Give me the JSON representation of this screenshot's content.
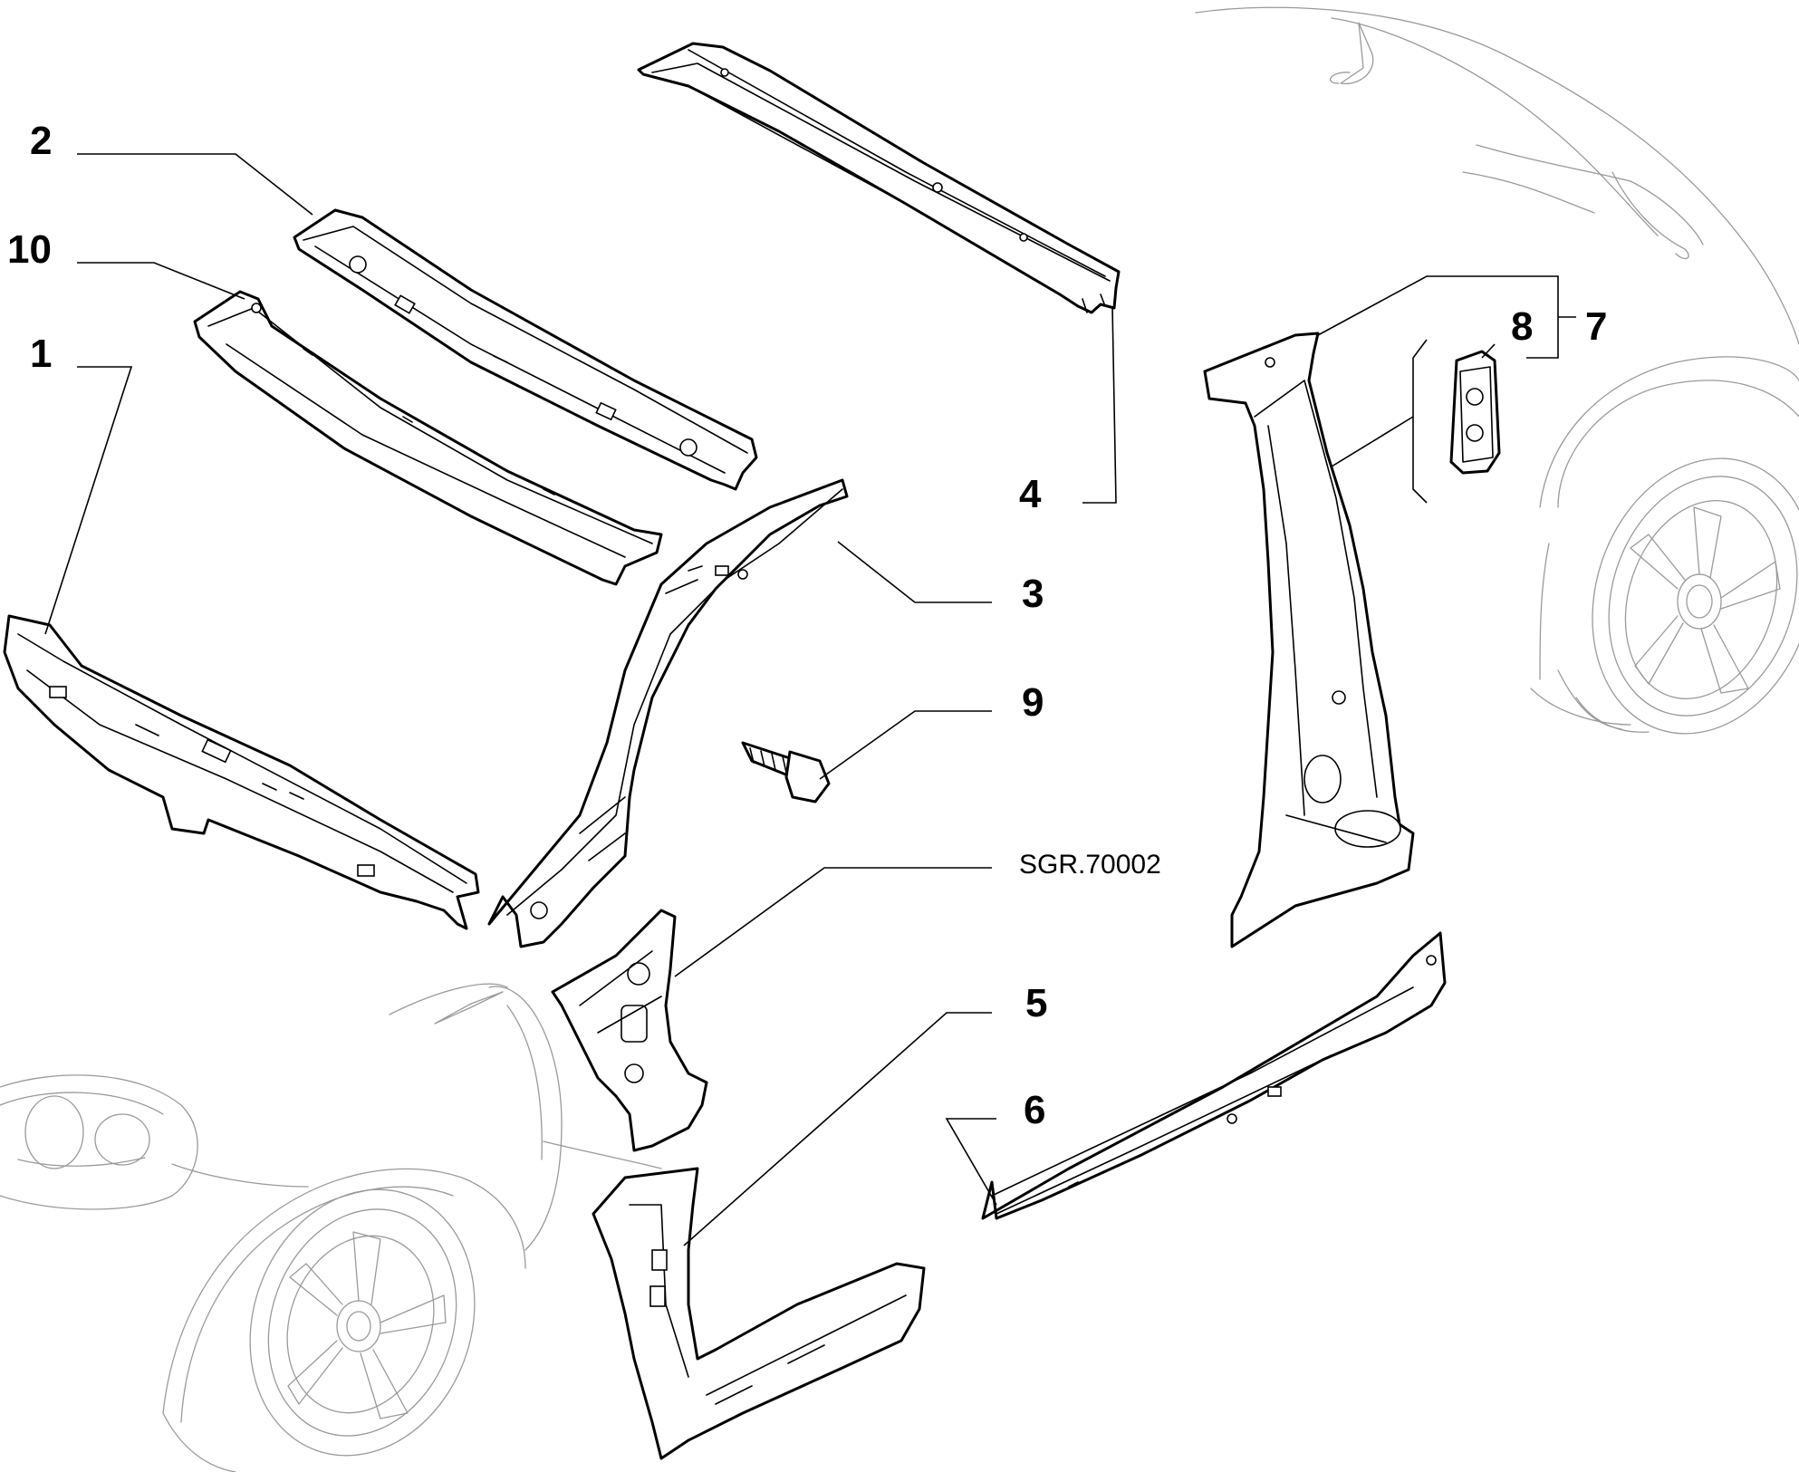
{
  "callouts": {
    "c1": "1",
    "c2": "2",
    "c3": "3",
    "c4": "4",
    "c5": "5",
    "c6": "6",
    "c7": "7",
    "c8": "8",
    "c9": "9",
    "c10": "10"
  },
  "reference_code": "SGR.70002",
  "colors": {
    "line": "#000000",
    "ghost_line": "#9a9a9a",
    "background": "#ffffff"
  }
}
